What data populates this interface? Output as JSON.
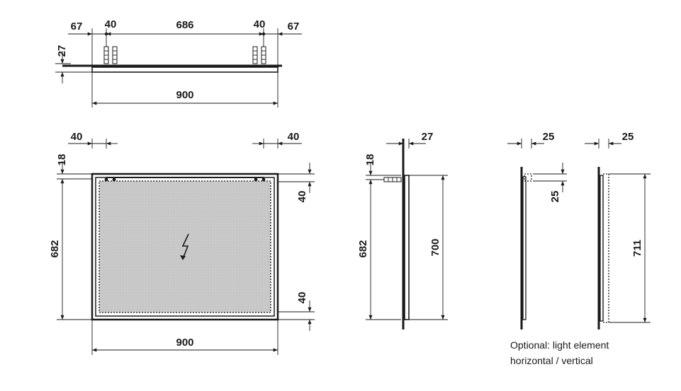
{
  "top_view": {
    "dims": {
      "left_edge": "67",
      "left_hole": "40",
      "middle": "686",
      "right_hole": "40",
      "right_edge": "67",
      "thickness": "27",
      "width": "900"
    }
  },
  "front_view": {
    "dims": {
      "left_inset": "40",
      "right_inset": "40",
      "top_offset": "18",
      "height": "682",
      "top_light": "40",
      "bottom_light": "40",
      "width": "900"
    }
  },
  "side_view": {
    "dims": {
      "depth": "27",
      "offset": "18",
      "height_mount": "682",
      "height": "700"
    }
  },
  "option_views": {
    "dims": {
      "depth_a": "25",
      "light_size": "25",
      "depth_b": "25",
      "height": "711"
    },
    "note_line1": "Optional: light element",
    "note_line2": "horizontal / vertical"
  }
}
